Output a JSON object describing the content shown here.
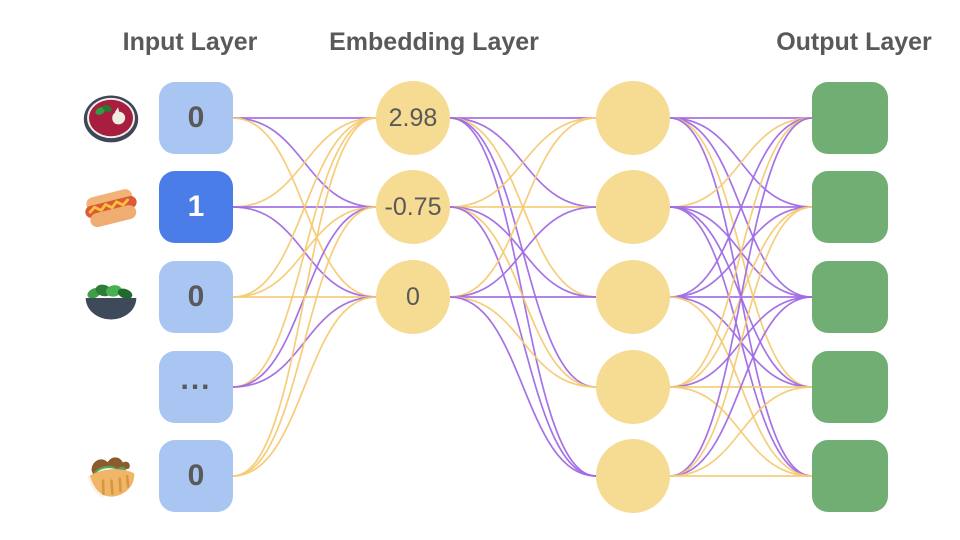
{
  "diagram": {
    "layers": [
      {
        "id": "input",
        "label": "Input Layer",
        "nodes": [
          {
            "icon": "borscht-bowl",
            "value": "0",
            "state": "inactive"
          },
          {
            "icon": "hot-dog",
            "value": "1",
            "state": "active"
          },
          {
            "icon": "salad",
            "value": "0",
            "state": "inactive"
          },
          {
            "icon": "",
            "value": "...",
            "state": "inactive"
          },
          {
            "icon": "pita",
            "value": "0",
            "state": "inactive"
          }
        ]
      },
      {
        "id": "embedding",
        "label": "Embedding Layer",
        "nodes": [
          {
            "value": "2.98"
          },
          {
            "value": "-0.75"
          },
          {
            "value": "0"
          }
        ]
      },
      {
        "id": "hidden",
        "label": "",
        "nodes": [
          {},
          {},
          {},
          {},
          {}
        ]
      },
      {
        "id": "output",
        "label": "Output Layer",
        "nodes": [
          {},
          {},
          {},
          {},
          {}
        ]
      }
    ],
    "edges": {
      "input_to_embedding": [
        [
          "p",
          "p",
          "y"
        ],
        [
          "y",
          "p",
          "p"
        ],
        [
          "y",
          "y",
          "y"
        ],
        [
          "y",
          "p",
          "p"
        ],
        [
          "y",
          "y",
          "y"
        ]
      ],
      "embedding_to_hidden": [
        [
          "p",
          "p",
          "y",
          "p",
          "p"
        ],
        [
          "y",
          "y",
          "p",
          "y",
          "p"
        ],
        [
          "y",
          "p",
          "p",
          "y",
          "p"
        ]
      ],
      "hidden_to_output": [
        [
          "p",
          "p",
          "p",
          "y",
          "p"
        ],
        [
          "y",
          "p",
          "p",
          "p",
          "p"
        ],
        [
          "p",
          "p",
          "p",
          "p",
          "y"
        ],
        [
          "y",
          "y",
          "p",
          "y",
          "y"
        ],
        [
          "p",
          "y",
          "p",
          "y",
          "y"
        ]
      ]
    },
    "colors": {
      "purple_edge": "#a06ce4",
      "amber_edge": "#f6ca74",
      "input_node": "#a9c5f2",
      "input_node_active": "#4b7de8",
      "embedding_node": "#f6db92",
      "output_node": "#70ae73",
      "label_text": "#595959",
      "active_value_text": "#ffffff"
    }
  }
}
